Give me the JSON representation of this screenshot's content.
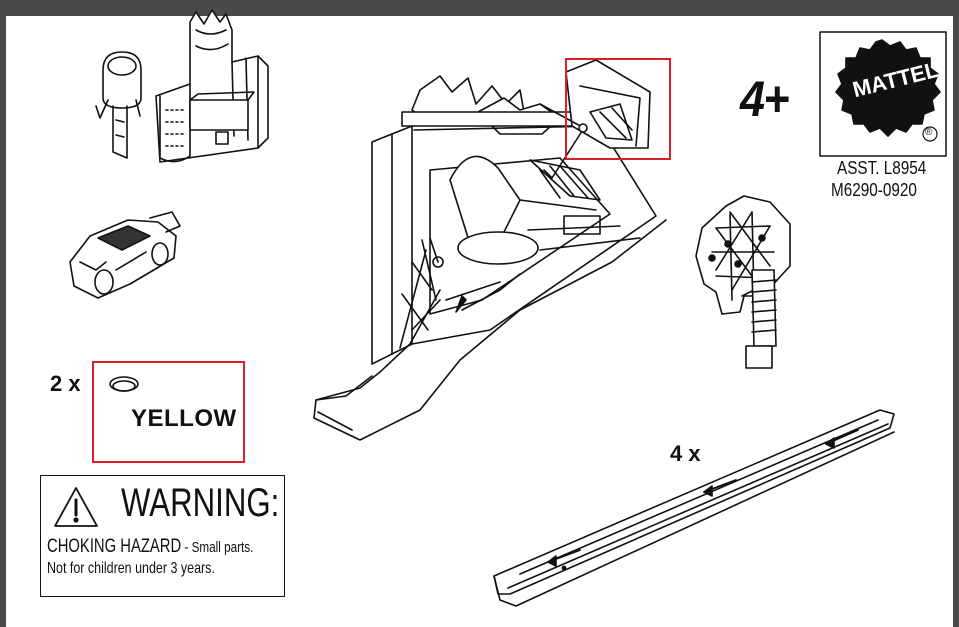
{
  "age_rating": "4+",
  "brand_logo_text": "MATTEL",
  "registered_mark": "®",
  "assortment_number": "ASST. L8954",
  "model_number": "M6290-0920",
  "band_quantity": "2 x",
  "band_color_label": "YELLOW",
  "track_quantity": "4 x",
  "warning": {
    "title": "WARNING:",
    "hazard": "CHOKING HAZARD",
    "hazard_detail": " - Small parts.",
    "age_note": "Not for children under 3 years."
  },
  "colors": {
    "frame": "#4a4a4a",
    "highlight_box": "#d9202a",
    "logo_bg": "#111111"
  }
}
